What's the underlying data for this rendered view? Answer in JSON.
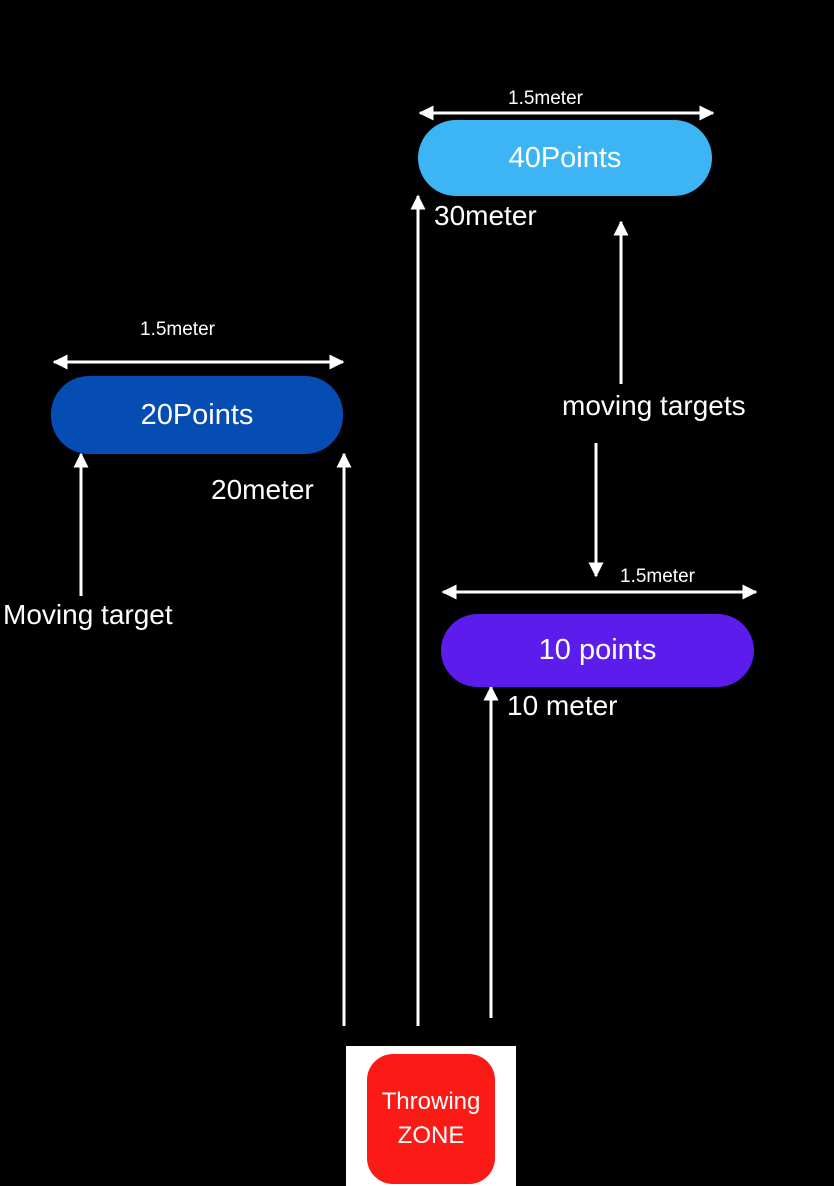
{
  "targets": {
    "t40": {
      "points_label": "40Points",
      "width_label": "1.5meter",
      "distance_label": "30meter",
      "color": "#3db5f5"
    },
    "t20": {
      "points_label": "20Points",
      "width_label": "1.5meter",
      "distance_label": "20meter",
      "color": "#054cb3"
    },
    "t10": {
      "points_label": "10 points",
      "width_label": "1.5meter",
      "distance_label": "10 meter",
      "color": "#5b1cec"
    }
  },
  "annotations": {
    "moving_targets": "moving targets",
    "moving_target": "Moving target"
  },
  "throwing_zone": {
    "line1": "Throwing",
    "line2": "ZONE",
    "color": "#fb1a16",
    "frame_color": "#ffffff"
  },
  "colors": {
    "background": "#000000",
    "arrows": "#ffffff"
  }
}
